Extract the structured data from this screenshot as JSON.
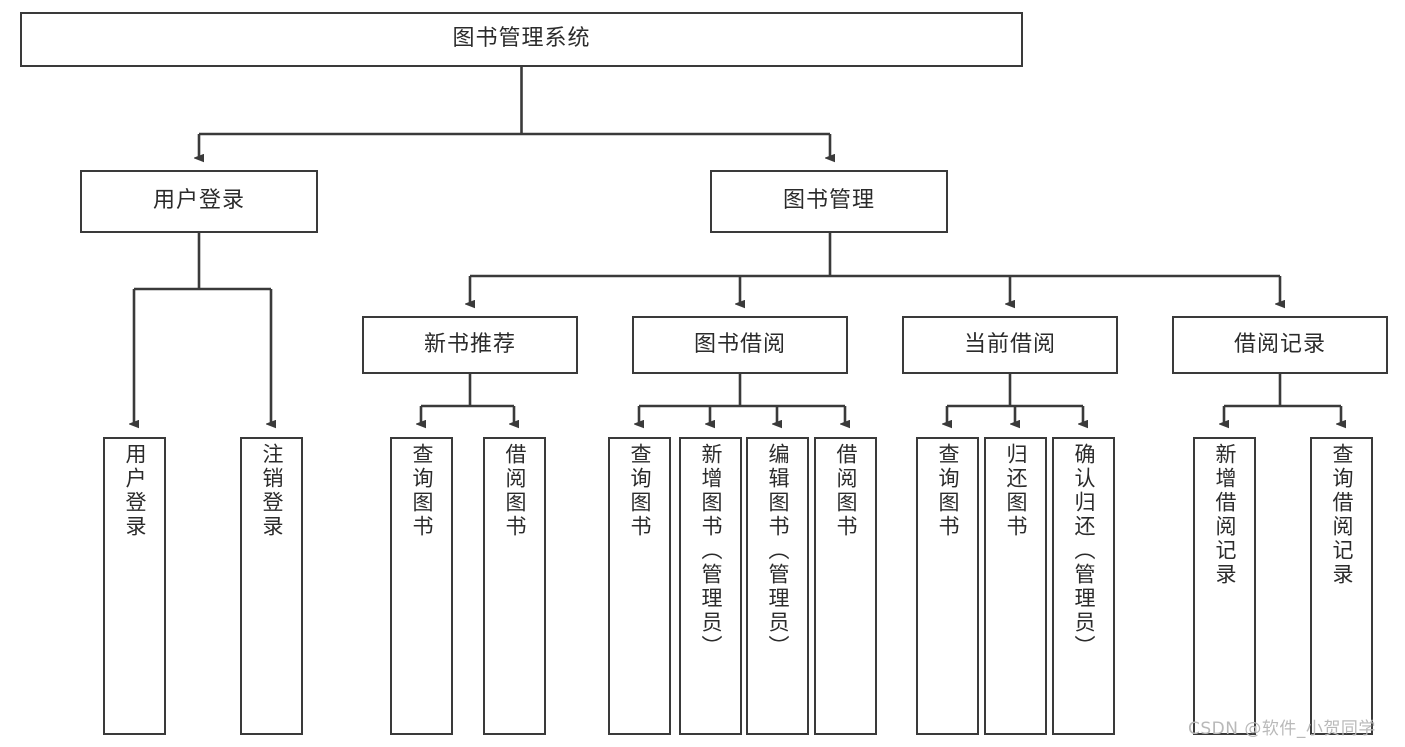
{
  "diagram": {
    "title_node": {
      "label": "图书管理系统"
    },
    "level1": [
      {
        "label": "用户登录"
      },
      {
        "label": "图书管理"
      }
    ],
    "level2": [
      {
        "label": "新书推荐"
      },
      {
        "label": "图书借阅"
      },
      {
        "label": "当前借阅"
      },
      {
        "label": "借阅记录"
      }
    ],
    "leaves": {
      "user_login": [
        {
          "label": "用户登录"
        },
        {
          "label": "注销登录"
        }
      ],
      "new_book_recommend": [
        {
          "label": "查询图书"
        },
        {
          "label": "借阅图书"
        }
      ],
      "book_borrow": [
        {
          "label": "查询图书"
        },
        {
          "label": "新增图书（管理员）"
        },
        {
          "label": "编辑图书（管理员）"
        },
        {
          "label": "借阅图书"
        }
      ],
      "current_borrow": [
        {
          "label": "查询图书"
        },
        {
          "label": "归还图书"
        },
        {
          "label": "确认归还（管理员）"
        }
      ],
      "borrow_record": [
        {
          "label": "新增借阅记录"
        },
        {
          "label": "查询借阅记录"
        }
      ]
    }
  },
  "watermark": {
    "text": "CSDN @软件_小贺同学"
  },
  "colors": {
    "border": "#3a3a3a",
    "text": "#2b2b2b",
    "background": "#ffffff",
    "watermark": "#b9b9b9"
  }
}
